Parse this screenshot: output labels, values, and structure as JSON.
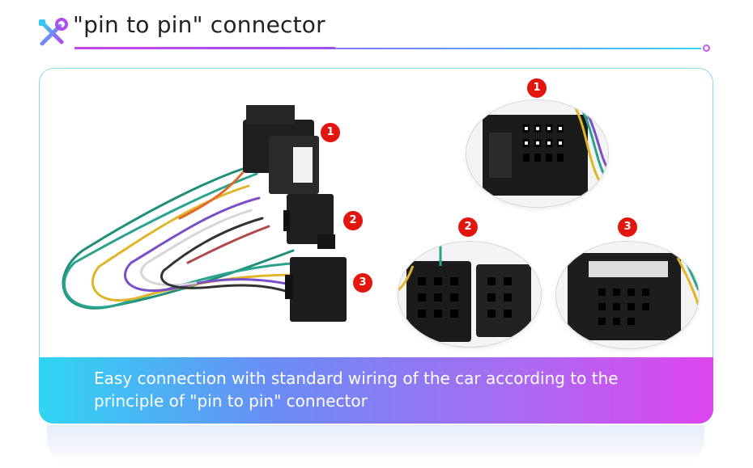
{
  "header": {
    "title": "\"pin to pin\" connector",
    "icon": "tools-icon",
    "accent_colors": [
      "#c646f0",
      "#35d2f0"
    ]
  },
  "figures": {
    "harness": {
      "icon": "wiring-harness-image"
    },
    "details": [
      {
        "badge": "1",
        "icon": "connector-1-closeup"
      },
      {
        "badge": "2",
        "icon": "connector-2-closeup"
      },
      {
        "badge": "3",
        "icon": "connector-3-closeup"
      }
    ],
    "harness_badges": [
      "1",
      "2",
      "3"
    ]
  },
  "banner": {
    "text": "Easy connection with standard wiring of the car according to the principle of \"pin to pin\" connector",
    "gradient": [
      "#2fd6f3",
      "#a86cf2",
      "#de45ee"
    ]
  },
  "colors": {
    "badge": "#e2150f",
    "card_border": "#8fd8ef"
  }
}
